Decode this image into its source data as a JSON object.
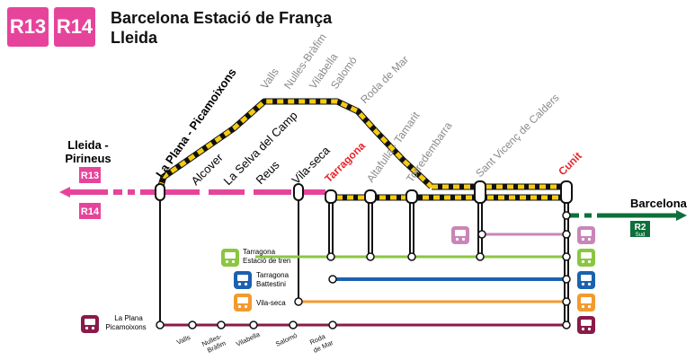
{
  "header": {
    "badges": [
      "R13",
      "R14"
    ],
    "line1": "Barcelona Estació de França",
    "line2": "Lleida"
  },
  "colors": {
    "pink": "#e6449b",
    "green": "#8ac640",
    "blue": "#1a62b0",
    "orange": "#f39a2e",
    "maroon": "#8a1a48",
    "lilac": "#c985b8",
    "darkgreen": "#0e6f3c",
    "yellow": "#f5cc12",
    "red": "#e5262a",
    "gray": "#8a8a8a"
  },
  "left_terminal": {
    "l1": "Lleida -",
    "l2": "Pirineus",
    "b1": "R13",
    "b2": "R14"
  },
  "right_terminal": {
    "name": "Barcelona",
    "badge": "R2",
    "sub": "Sud"
  },
  "main_stations": [
    {
      "name": "La Plana - Picamoixons",
      "style": "bold"
    },
    {
      "name": "Alcover",
      "style": "normal"
    },
    {
      "name": "La Selva del Camp",
      "style": "normal"
    },
    {
      "name": "Reus",
      "style": "normal"
    },
    {
      "name": "Vila-seca",
      "style": "normal"
    },
    {
      "name": "Tarragona",
      "style": "red"
    },
    {
      "name": "Cunit",
      "style": "red"
    }
  ],
  "top_branch": [
    "Valls",
    "Nulles-Bràfim",
    "Vilabella",
    "Salomó",
    "Roda de Mar"
  ],
  "coast_stations": [
    "Altafulla - Tamarit",
    "Torredembarra",
    "Sant Vicenç de Calders"
  ],
  "connections": [
    {
      "color": "green",
      "l1": "Tarragona",
      "l2": "Estació de tren"
    },
    {
      "color": "blue",
      "l1": "Tarragona",
      "l2": "Battestini"
    },
    {
      "color": "orange",
      "l1": "Vila-seca",
      "l2": ""
    },
    {
      "color": "maroon",
      "l1": "La Plana",
      "l2": "Picamoixons"
    }
  ],
  "bottom_stations": [
    {
      "l1": "Valls",
      "l2": ""
    },
    {
      "l1": "Nulles-",
      "l2": "Bràfim"
    },
    {
      "l1": "Vilabella",
      "l2": ""
    },
    {
      "l1": "Salomó",
      "l2": ""
    },
    {
      "l1": "Roda",
      "l2": "de Mar"
    }
  ]
}
